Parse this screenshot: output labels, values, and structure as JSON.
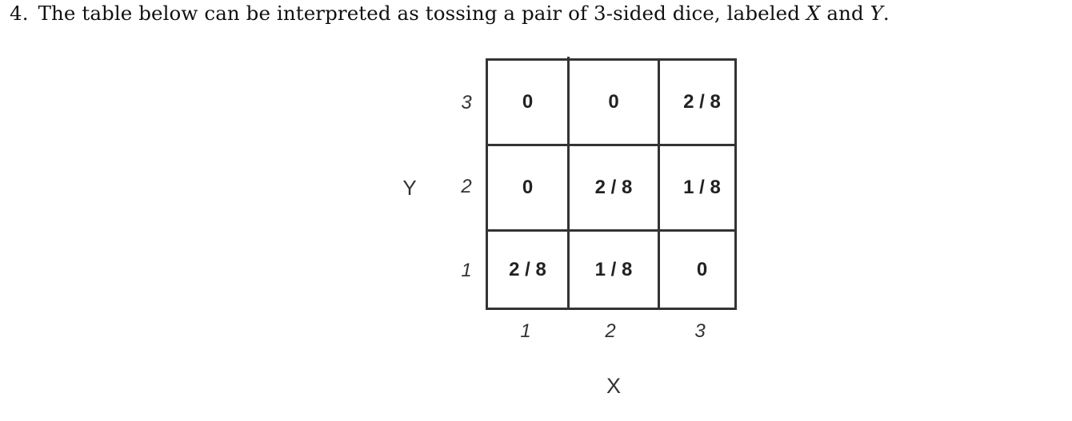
{
  "question": {
    "number": "4.",
    "text_before_x": "The table below can be interpreted as tossing a pair of 3-sided dice, labeled ",
    "var_x": "X",
    "text_and": " and ",
    "var_y": "Y",
    "text_end": "."
  },
  "table": {
    "x_axis_label": "X",
    "y_axis_label": "Y",
    "x_ticks": [
      "1",
      "2",
      "3"
    ],
    "y_ticks_top_to_bottom": [
      "3",
      "2",
      "1"
    ],
    "rows": [
      {
        "y": "3",
        "cells": [
          "0",
          "0",
          "2 / 8"
        ]
      },
      {
        "y": "2",
        "cells": [
          "0",
          "2 / 8",
          "1 / 8"
        ]
      },
      {
        "y": "1",
        "cells": [
          "2 / 8",
          "1 / 8",
          "0"
        ]
      }
    ]
  }
}
